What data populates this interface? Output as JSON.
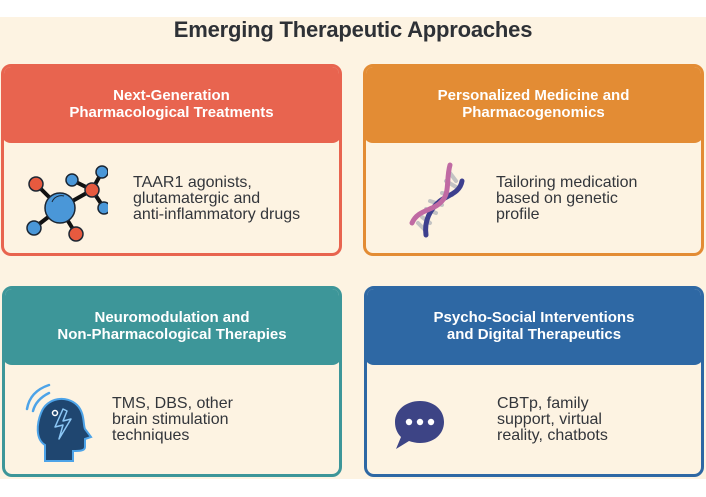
{
  "title": "Emerging Therapeutic Approaches",
  "cards": [
    {
      "heading": "Next-Generation\nPharmacological Treatments",
      "description": "TAAR1 agonists,\nglutamatergic and\nanti-inflammatory drugs",
      "icon": "molecule-icon",
      "color": "#e8644f"
    },
    {
      "heading": "Personalized Medicine and\nPharmacogenomics",
      "description": "Tailoring medication\nbased on genetic\nprofile",
      "icon": "dna-icon",
      "color": "#e38c34"
    },
    {
      "heading": "Neuromodulation and\nNon-Pharmacological Therapies",
      "description": "TMS, DBS, other\nbrain stimulation\ntechniques",
      "icon": "brain-stimulation-head-icon",
      "color": "#3d9699"
    },
    {
      "heading": "Psycho-Social Interventions\nand Digital Therapeutics",
      "description": "CBTp, family\nsupport, virtual\nreality, chatbots",
      "icon": "chat-bubble-icon",
      "color": "#2e68a4"
    }
  ]
}
